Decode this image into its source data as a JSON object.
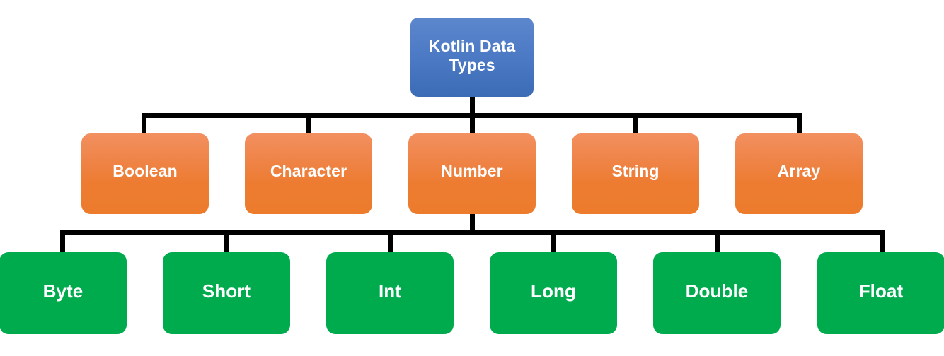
{
  "diagram": {
    "title": "Kotlin Data Types",
    "type": "tree",
    "background": "#ffffff",
    "connector_color": "#000000"
  },
  "colors": {
    "root_fill_top": "#5c87cd",
    "root_fill_bottom": "#3c6cb6",
    "level1_fill_top": "#f29060",
    "level1_fill_bottom": "#ec7b2c",
    "level2_fill": "#00ab4e",
    "node_text": "#ffffff"
  },
  "root": {
    "label": "Kotlin Data\nTypes",
    "line1": "Kotlin Data",
    "line2": "Types"
  },
  "level1": {
    "nodes": [
      {
        "label": "Boolean"
      },
      {
        "label": "Character"
      },
      {
        "label": "Number"
      },
      {
        "label": "String"
      },
      {
        "label": "Array"
      }
    ]
  },
  "level2": {
    "parent": "Number",
    "nodes": [
      {
        "label": "Byte"
      },
      {
        "label": "Short"
      },
      {
        "label": "Int"
      },
      {
        "label": "Long"
      },
      {
        "label": "Double"
      },
      {
        "label": "Float"
      }
    ]
  }
}
